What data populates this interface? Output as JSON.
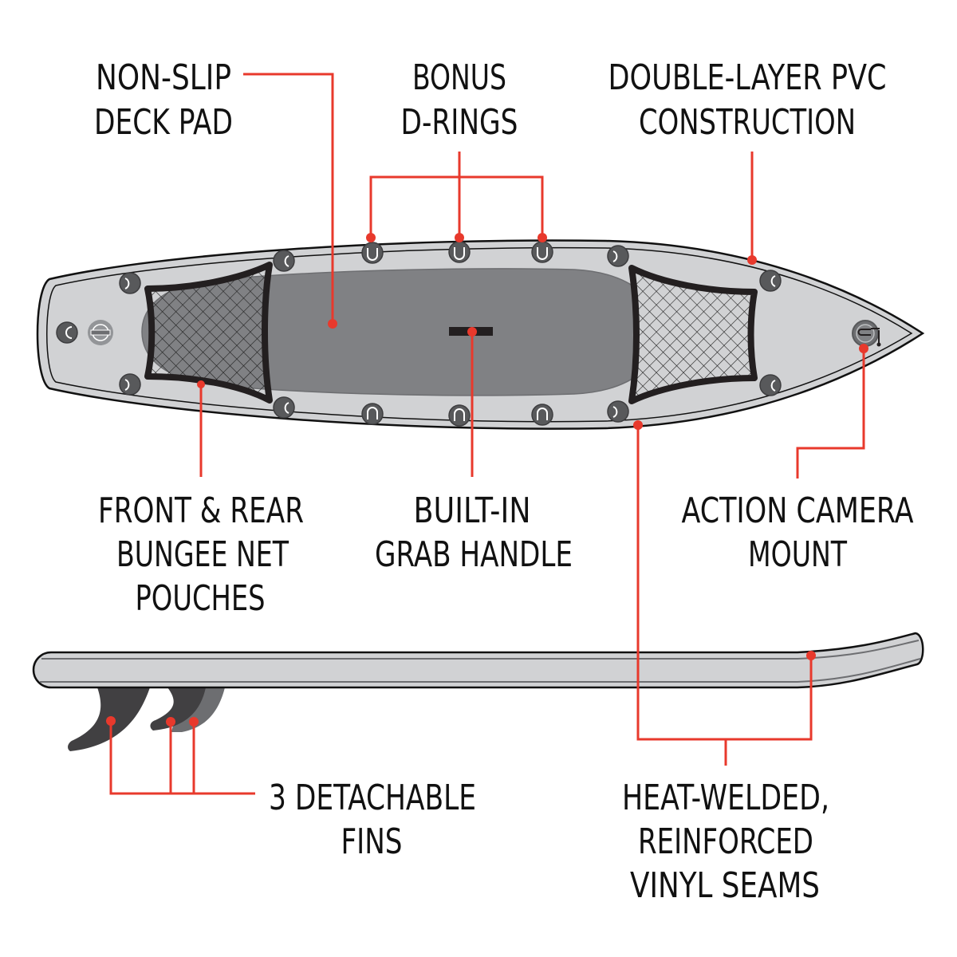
{
  "title": "Inflatable paddle board features",
  "labels": {
    "non_slip": [
      "NON-SLIP",
      "DECK PAD"
    ],
    "d_rings": [
      "BONUS",
      "D-RINGS"
    ],
    "pvc": [
      "DOUBLE-LAYER PVC",
      "CONSTRUCTION"
    ],
    "bungee": [
      "FRONT & REAR",
      "BUNGEE NET",
      "POUCHES"
    ],
    "handle": [
      "BUILT-IN",
      "GRAB HANDLE"
    ],
    "camera": [
      "ACTION CAMERA",
      "MOUNT"
    ],
    "fins": [
      "3 DETACHABLE",
      "FINS"
    ],
    "seams": [
      "HEAT-WELDED,",
      "REINFORCED",
      "VINYL SEAMS"
    ]
  },
  "colors": {
    "callout": "#e8392c",
    "board": "#d1d2d4",
    "deck_pad": "#808184",
    "fixtures": "#58595b",
    "fins": "#414042"
  }
}
